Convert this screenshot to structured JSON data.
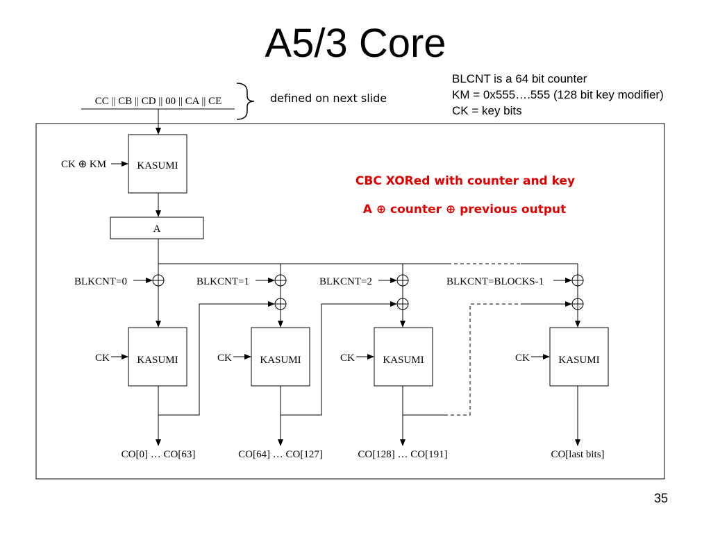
{
  "slide": {
    "title": "A5/3 Core",
    "page_number": "35"
  },
  "notes": [
    "BLCNT is a 64 bit counter",
    "KM = 0x555….555 (128 bit key modifier)",
    "CK = key bits"
  ],
  "diagram": {
    "input_label": "CC || CB || CD || 00 || CA || CE",
    "brace_label": "defined on next slide",
    "first_key_label": "CK ⊕ KM",
    "kasumi_label": "KASUMI",
    "register_label": "A",
    "annotation_line1": "CBC XORed with  counter and key",
    "annotation_line2": "A ⊕ counter ⊕ previous output",
    "accent_color": "#e00000",
    "counter_labels": [
      "BLKCNT=0",
      "BLKCNT=1",
      "BLKCNT=2",
      "BLKCNT=BLOCKS-1"
    ],
    "key_labels": [
      "CK",
      "CK",
      "CK",
      "CK"
    ],
    "output_labels": [
      "CO[0] … CO[63]",
      "CO[64] … CO[127]",
      "CO[128] … CO[191]",
      "CO[last bits]"
    ]
  }
}
